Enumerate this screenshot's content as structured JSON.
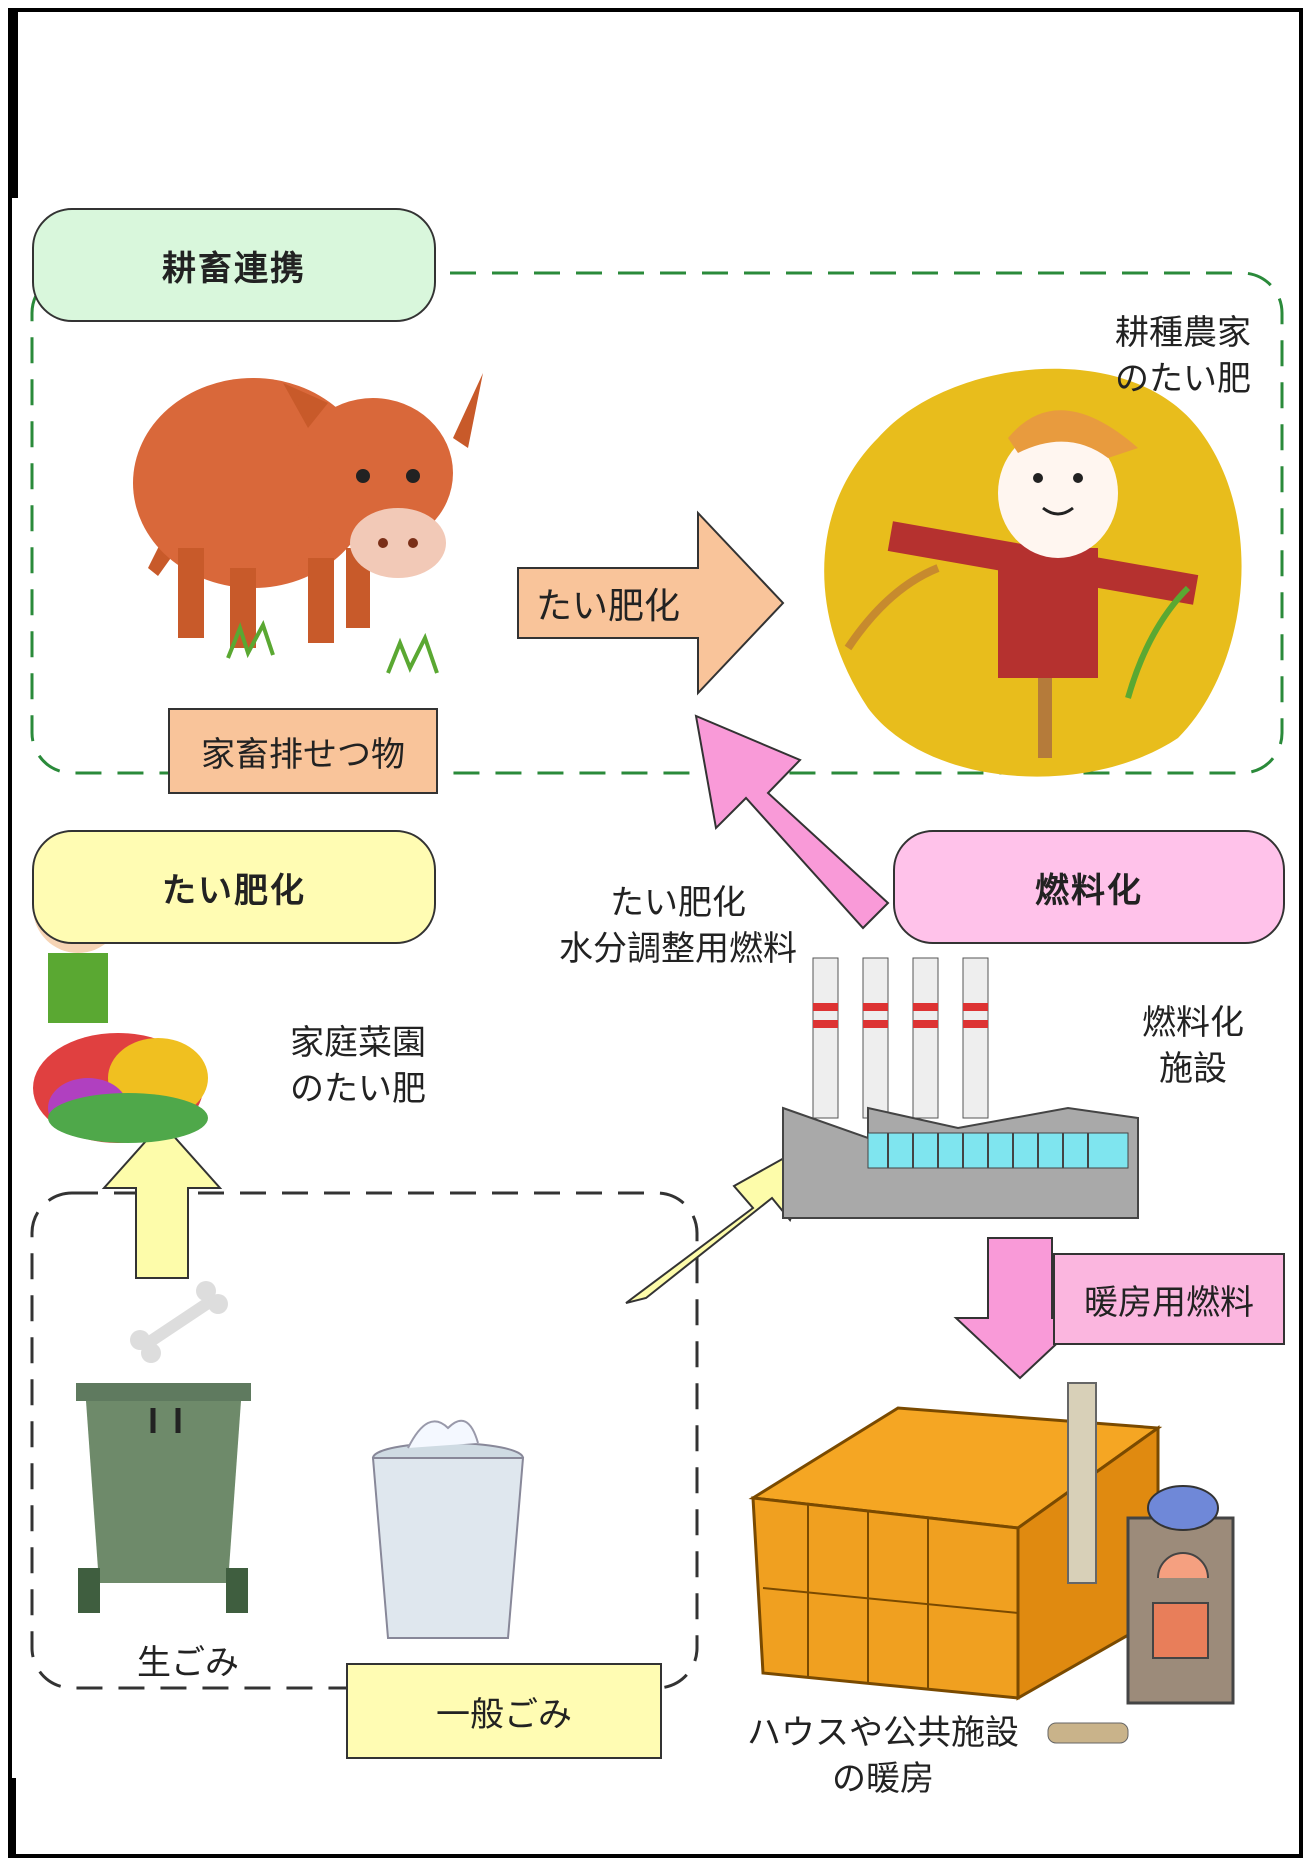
{
  "title": "( 様々な形で利活用される畜産のバイオマス )",
  "sections": {
    "farming_livestock": "耕畜連携",
    "composting": "たい肥化",
    "fuelization": "燃料化"
  },
  "labels": {
    "livestock_waste": "家畜排せつ物",
    "compost_process": "たい肥化",
    "crop_farmer_compost": "耕種農家\nのたい肥",
    "compost_moisture_fuel": "たい肥化\n水分調整用燃料",
    "home_garden_compost": "家庭菜園\nのたい肥",
    "fuel_facility": "燃料化\n施設",
    "heating_fuel": "暖房用燃料",
    "food_waste": "生ごみ",
    "general_waste": "一般ごみ",
    "house_heating": "ハウスや公共施設\nの暖房"
  },
  "icons": [
    "cow-icon",
    "scarecrow-icon",
    "gardener-icon",
    "factory-icon",
    "trash-bin-icon",
    "wastebasket-icon",
    "greenhouse-icon",
    "stove-icon",
    "bone-icon"
  ],
  "colors": {
    "green_pill": "#d9f7dc",
    "yellow_pill": "#fffcb3",
    "pink_pill": "#ffc2ea",
    "orange_arrow": "#f9c49a",
    "pink_arrow": "#f99ad8",
    "yellow_arrow": "#fdfcaa",
    "heating_box": "#fbb6df"
  }
}
